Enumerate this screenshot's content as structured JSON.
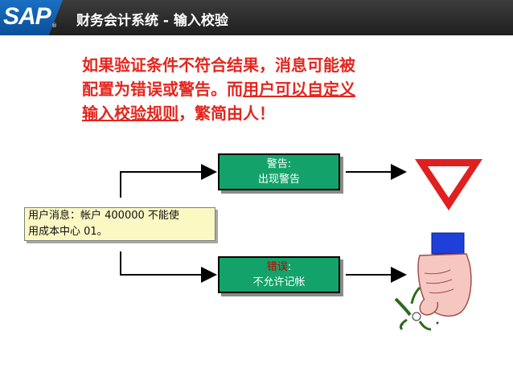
{
  "header": {
    "logo": "SAP",
    "title": "财务会计系统 - 输入校验"
  },
  "headline": {
    "line1": "如果验证条件不符合结果，消息可能被",
    "line2_a": "配置为错误或警告。而",
    "line2_b": "用户可以自定义",
    "line3_a": "输入校验规则",
    "line3_b": "，繁简由人！"
  },
  "message": {
    "line1": "用户消息：帐户 400000 不能使",
    "line2": "用成本中心 01。"
  },
  "warning_box": {
    "label": "警告:",
    "text": "出现警告"
  },
  "error_box": {
    "label": "错误",
    "colon": ":",
    "text": "不允许记帐"
  },
  "colors": {
    "headline": "#e3261e",
    "box_green": "#13a36a",
    "message_bg": "#fbf8c4",
    "yield_sign": "#e02020",
    "header_bg": "#2b2b2b",
    "logo_blue": "#0b5fb0"
  },
  "icons": [
    "yield-sign-icon",
    "hand-flicking-figure-icon",
    "arrow-icon"
  ]
}
